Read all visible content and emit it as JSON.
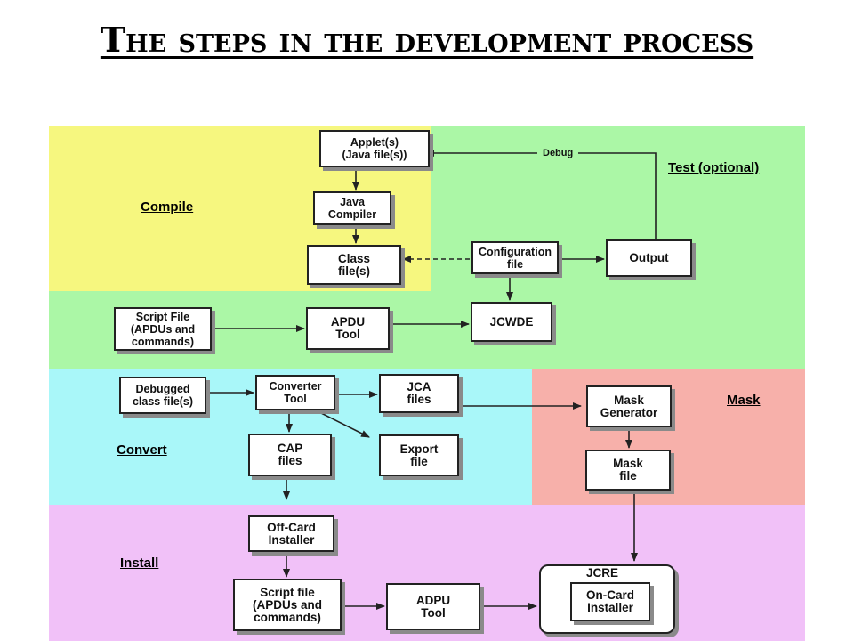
{
  "title": "The steps in the development process",
  "colors": {
    "compile": "#f6f77f",
    "test": "#abf7a6",
    "convert": "#a9f7f9",
    "mask": "#f7b0aa",
    "install": "#f1c1f8",
    "line": "#222222"
  },
  "regions": {
    "compile": "Compile",
    "test": "Test (optional)",
    "convert": "Convert",
    "mask": "Mask",
    "install": "Install"
  },
  "nodes": {
    "applets": "Applet(s)\n(Java file(s))",
    "java_compiler": "Java\nCompiler",
    "class_files": "Class\nfile(s)",
    "configuration_file": "Configuration\nfile",
    "output": "Output",
    "script_file_test": "Script File\n(APDUs and\ncommands)",
    "apdu_tool": "APDU\nTool",
    "jcwde": "JCWDE",
    "debugged_class_files": "Debugged\nclass file(s)",
    "converter_tool": "Converter\nTool",
    "jca_files": "JCA\nfiles",
    "cap_files": "CAP\nfiles",
    "export_file": "Export\nfile",
    "mask_generator": "Mask\nGenerator",
    "mask_file": "Mask\nfile",
    "off_card_installer": "Off-Card\nInstaller",
    "script_file_install": "Script file\n(APDUs and\ncommands)",
    "adpu_tool": "ADPU\nTool",
    "jcre": "JCRE",
    "on_card_installer": "On-Card\nInstaller"
  },
  "edges": {
    "debug": "Debug"
  }
}
